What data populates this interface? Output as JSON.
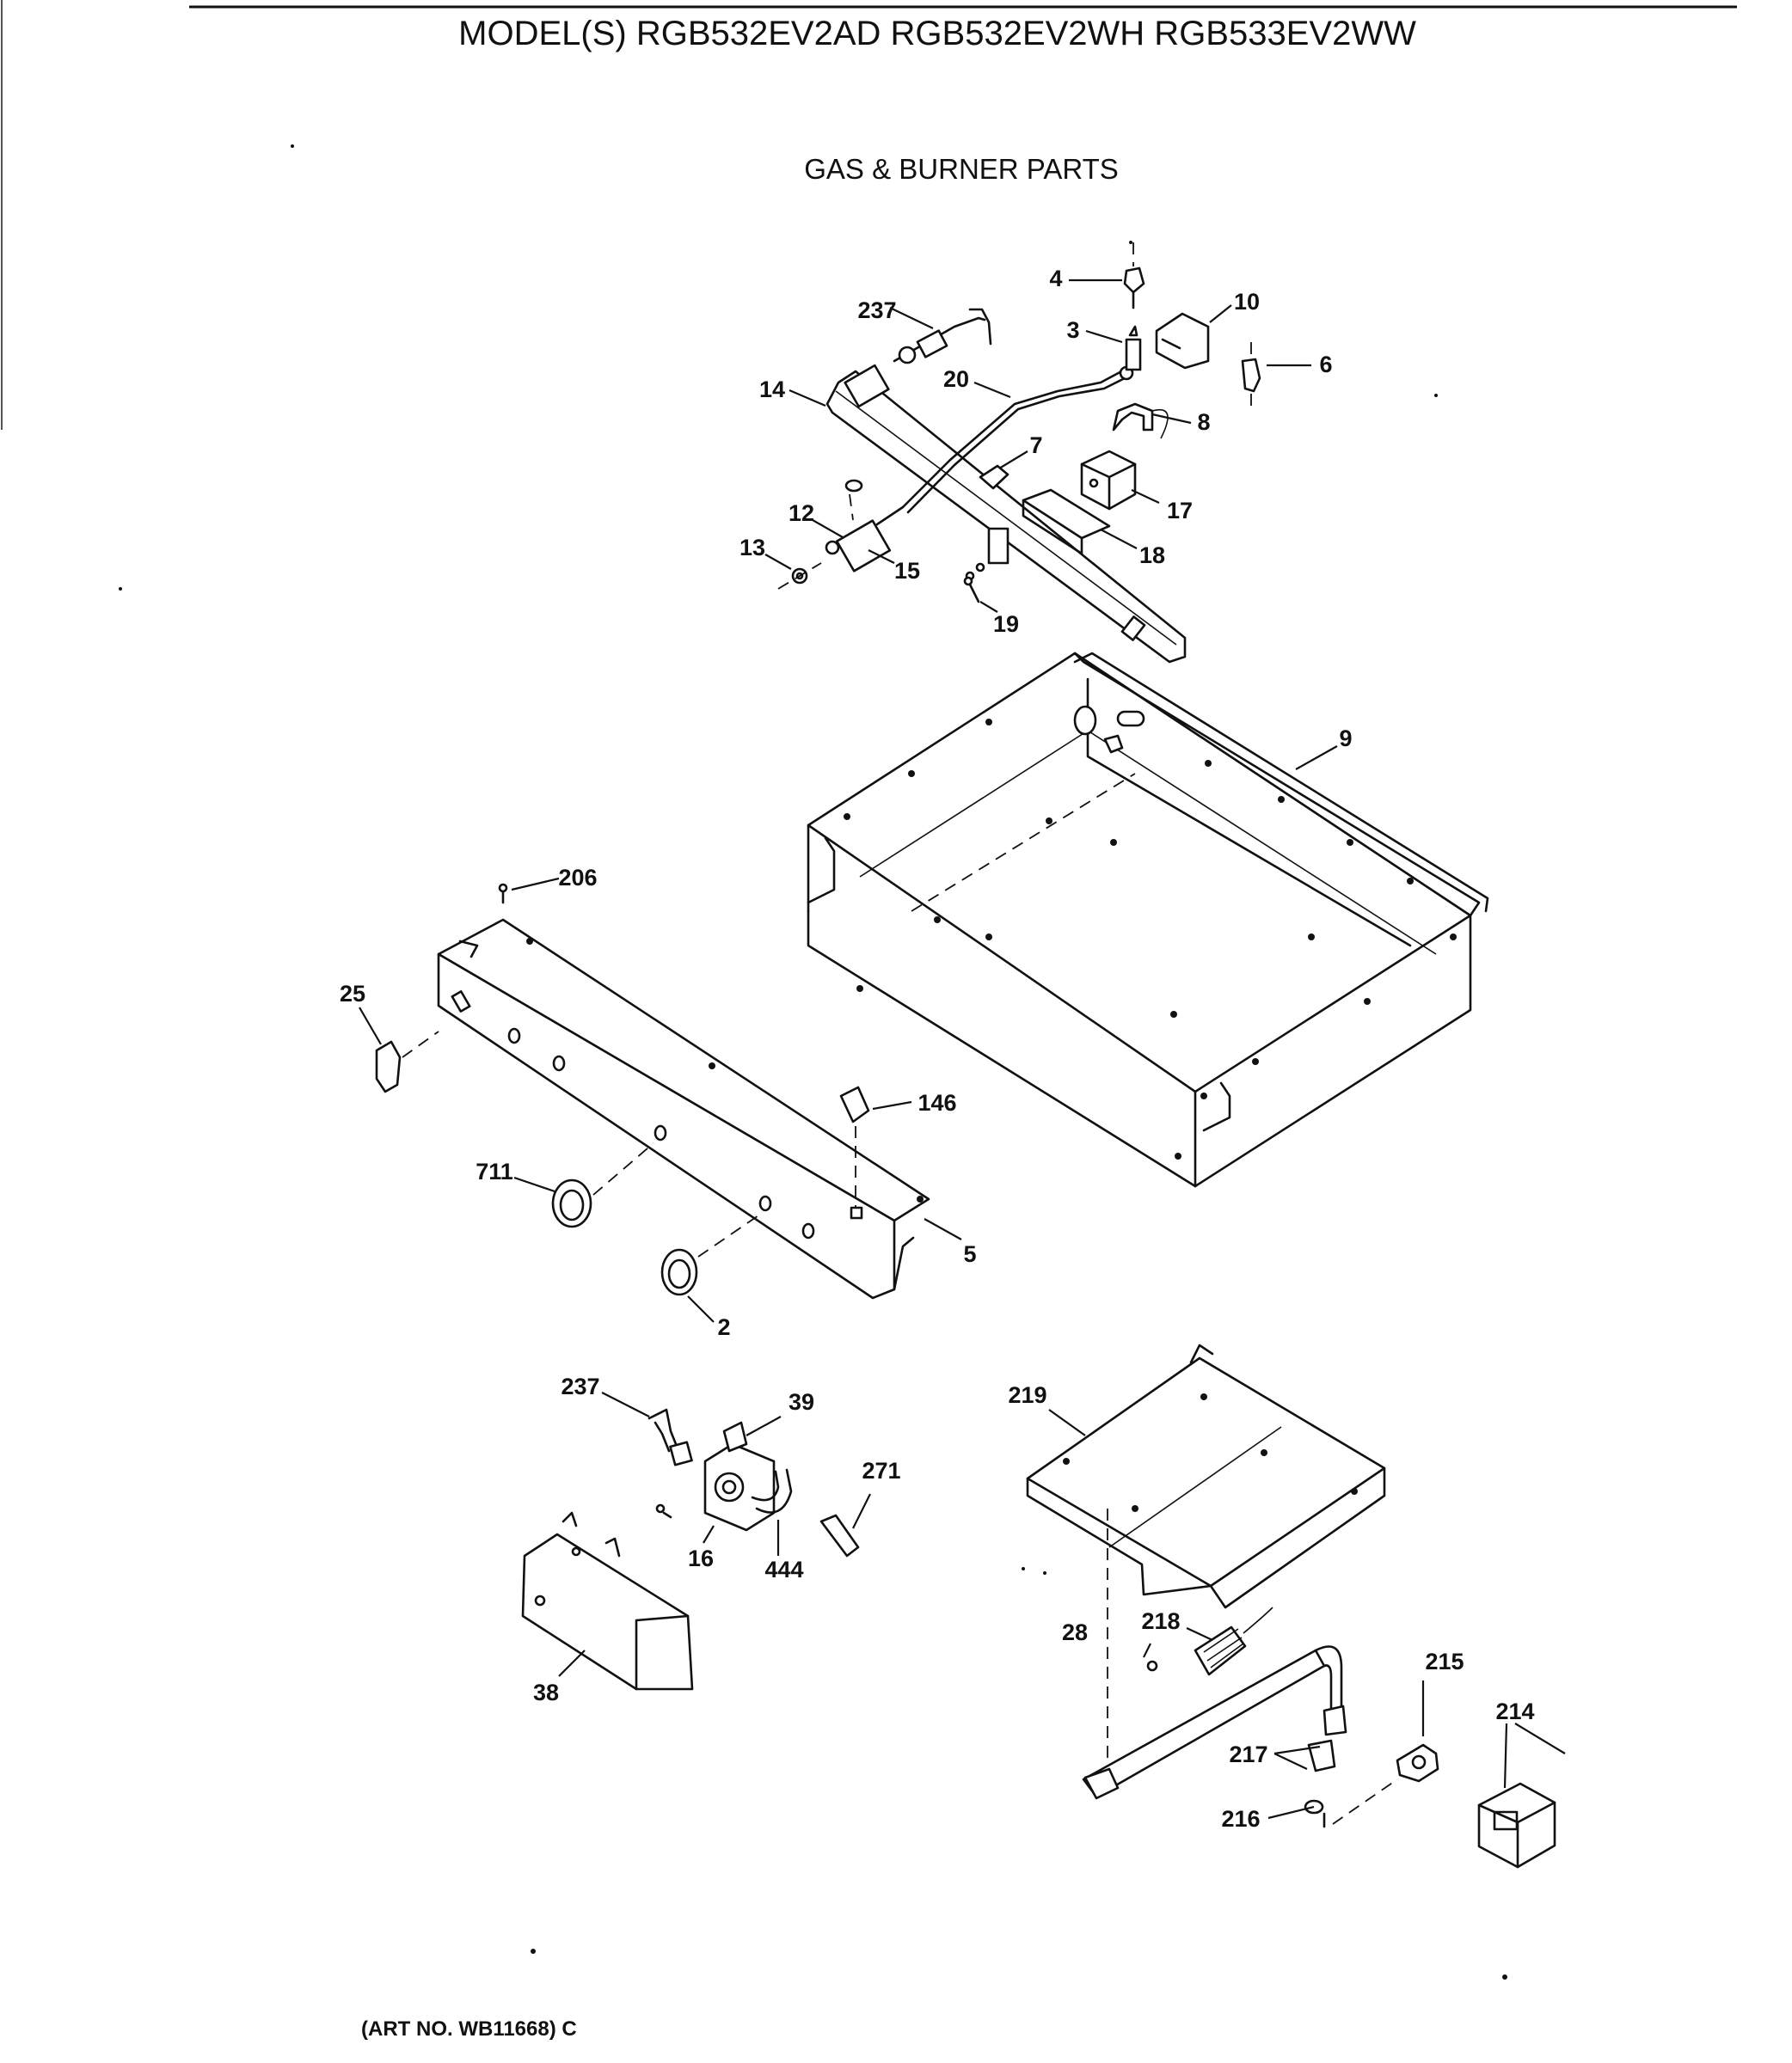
{
  "header": {
    "model_line": "MODEL(S) RGB532EV2AD  RGB532EV2WH  RGB533EV2WW",
    "section_title": "GAS & BURNER PARTS"
  },
  "footer": {
    "art_number": "(ART NO. WB11668) C"
  },
  "callouts": {
    "p4": "4",
    "p10": "10",
    "p237a": "237",
    "p3": "3",
    "p6": "6",
    "p20": "20",
    "p14": "14",
    "p8": "8",
    "p7": "7",
    "p17": "17",
    "p12": "12",
    "p18": "18",
    "p13": "13",
    "p15": "15",
    "p19": "19",
    "p9": "9",
    "p206": "206",
    "p25": "25",
    "p146": "146",
    "p711": "711",
    "p5": "5",
    "p2": "2",
    "p237b": "237",
    "p39": "39",
    "p219": "219",
    "p271": "271",
    "p16": "16",
    "p444": "444",
    "p28": "28",
    "p218": "218",
    "p215": "215",
    "p38": "38",
    "p214": "214",
    "p217": "217",
    "p216": "216"
  }
}
